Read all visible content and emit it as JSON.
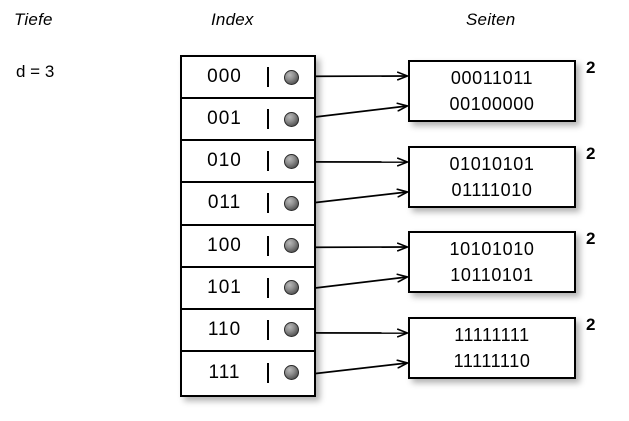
{
  "headers": {
    "depth": "Tiefe",
    "index": "Index",
    "pages": "Seiten"
  },
  "depth": {
    "label": "d = 3"
  },
  "index_table": {
    "rows": [
      {
        "key": "000",
        "pointer": "pointer-dot"
      },
      {
        "key": "001",
        "pointer": "pointer-dot"
      },
      {
        "key": "010",
        "pointer": "pointer-dot"
      },
      {
        "key": "011",
        "pointer": "pointer-dot"
      },
      {
        "key": "100",
        "pointer": "pointer-dot"
      },
      {
        "key": "101",
        "pointer": "pointer-dot"
      },
      {
        "key": "110",
        "pointer": "pointer-dot"
      },
      {
        "key": "111",
        "pointer": "pointer-dot"
      }
    ]
  },
  "pages": [
    {
      "line1": "00011011",
      "line2": "00100000",
      "local_depth": "2"
    },
    {
      "line1": "01010101",
      "line2": "01111010",
      "local_depth": "2"
    },
    {
      "line1": "10101010",
      "line2": "10110101",
      "local_depth": "2"
    },
    {
      "line1": "11111111",
      "line2": "11111110",
      "local_depth": "2"
    }
  ],
  "links": [
    {
      "from_row": 0,
      "to_page": 0
    },
    {
      "from_row": 1,
      "to_page": 0
    },
    {
      "from_row": 2,
      "to_page": 1
    },
    {
      "from_row": 3,
      "to_page": 1
    },
    {
      "from_row": 4,
      "to_page": 2
    },
    {
      "from_row": 5,
      "to_page": 2
    },
    {
      "from_row": 6,
      "to_page": 3
    },
    {
      "from_row": 7,
      "to_page": 3
    }
  ],
  "colors": {
    "stroke": "#000000",
    "background": "#ffffff",
    "dot": "#6e6e6e"
  }
}
